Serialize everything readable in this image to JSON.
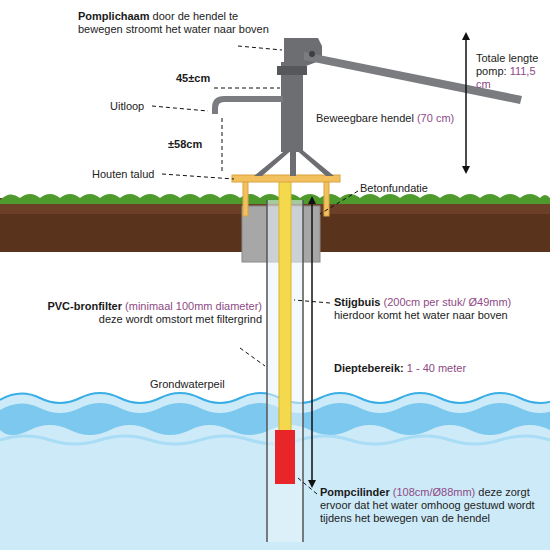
{
  "diagram": {
    "labels": [
      "Pomplichaam",
      "door de hendel te bewegen stroomt het water naar boven",
      "Totale lengte pomp:",
      "111,5 cm",
      "45±cm",
      "Uitloop",
      "Beweegbare hendel",
      "(70 cm)",
      "±58cm",
      "Houten talud",
      "Betonfundatie",
      "PVC-bronfilter",
      "(minimaal 100mm diameter)",
      "deze wordt omstort met filtergrind",
      "Stijgbuis",
      "(200cm per stuk/ Ø49mm)",
      "hierdoor komt het water naar boven",
      "Dieptebereik:",
      "1 - 40 meter",
      "Grondwaterpeil",
      "Pompcilinder",
      "(108cm/Ø88mm)",
      "deze zorgt ervoor dat het water omhoog gestuwd wordt tijdens het bewegen van de hendel"
    ]
  }
}
